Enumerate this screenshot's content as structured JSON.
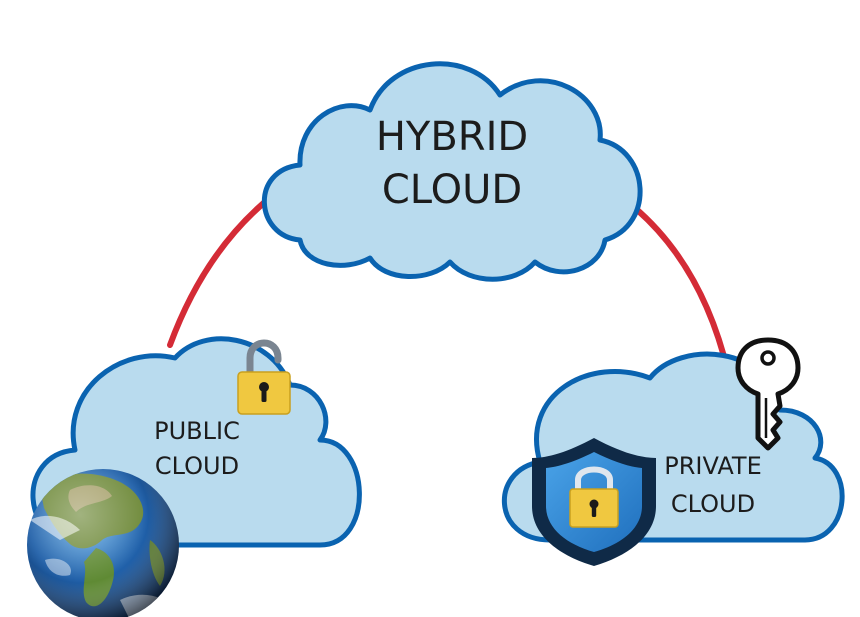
{
  "diagram": {
    "hybrid": {
      "line1": "HYBRID",
      "line2": "CLOUD"
    },
    "public": {
      "line1": "PUBLIC",
      "line2": "CLOUD"
    },
    "private": {
      "line1": "PRIVATE",
      "line2": "CLOUD"
    }
  },
  "colors": {
    "cloud_fill": "#b9dbee",
    "cloud_stroke": "#0a63b0",
    "connector": "#d42b36",
    "lock_gold": "#f0c840",
    "shield_blue": "#3a8fd6",
    "shield_dark": "#0f2a47"
  },
  "icons": [
    "open-padlock-icon",
    "key-icon",
    "shield-lock-icon",
    "earth-globe-icon"
  ]
}
